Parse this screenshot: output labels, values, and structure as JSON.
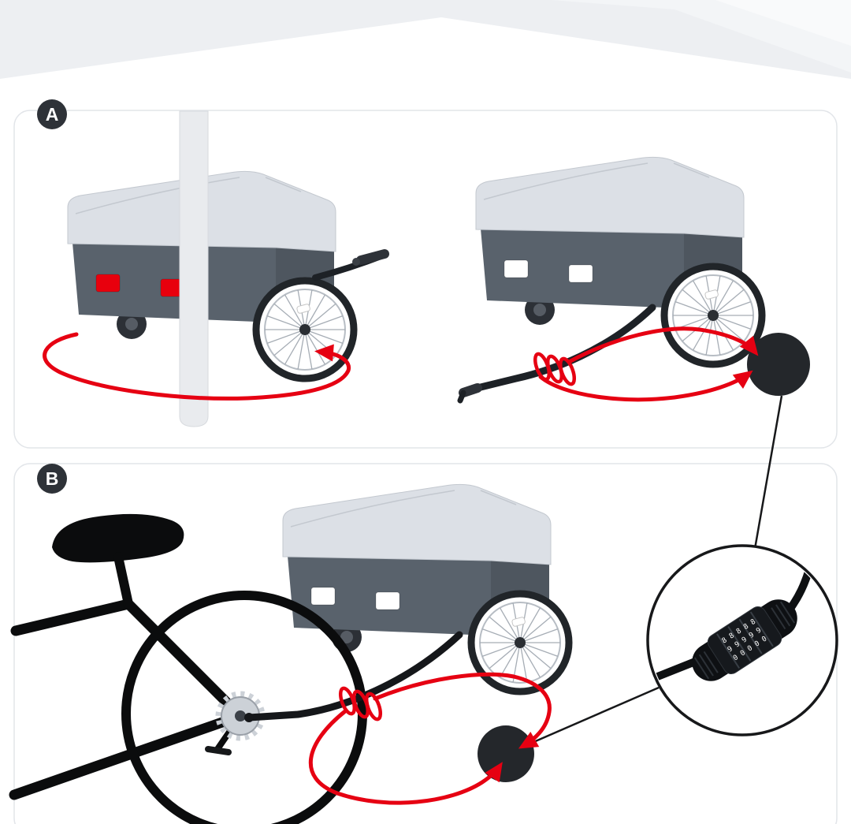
{
  "panels": {
    "a": {
      "label": "A"
    },
    "b": {
      "label": "B"
    }
  },
  "lock": {
    "dial_rows": [
      "8 8 8 8 8",
      "9 9 9 9 9",
      "0 0 0 0 0"
    ]
  },
  "colors": {
    "cable_red": "#e60012",
    "reflector_red": "#e8000d",
    "reflector_white": "#ffffff",
    "trailer_body": "#59626c",
    "trailer_body_side": "#4e565f",
    "trailer_cover": "#dce0e6",
    "badge_bg": "#2e3238",
    "ink": "#17181a",
    "card_border": "#e2e5e9",
    "top_band": "#edeff2",
    "pole": "#e9ebee",
    "lock_body": "#0e1013"
  }
}
